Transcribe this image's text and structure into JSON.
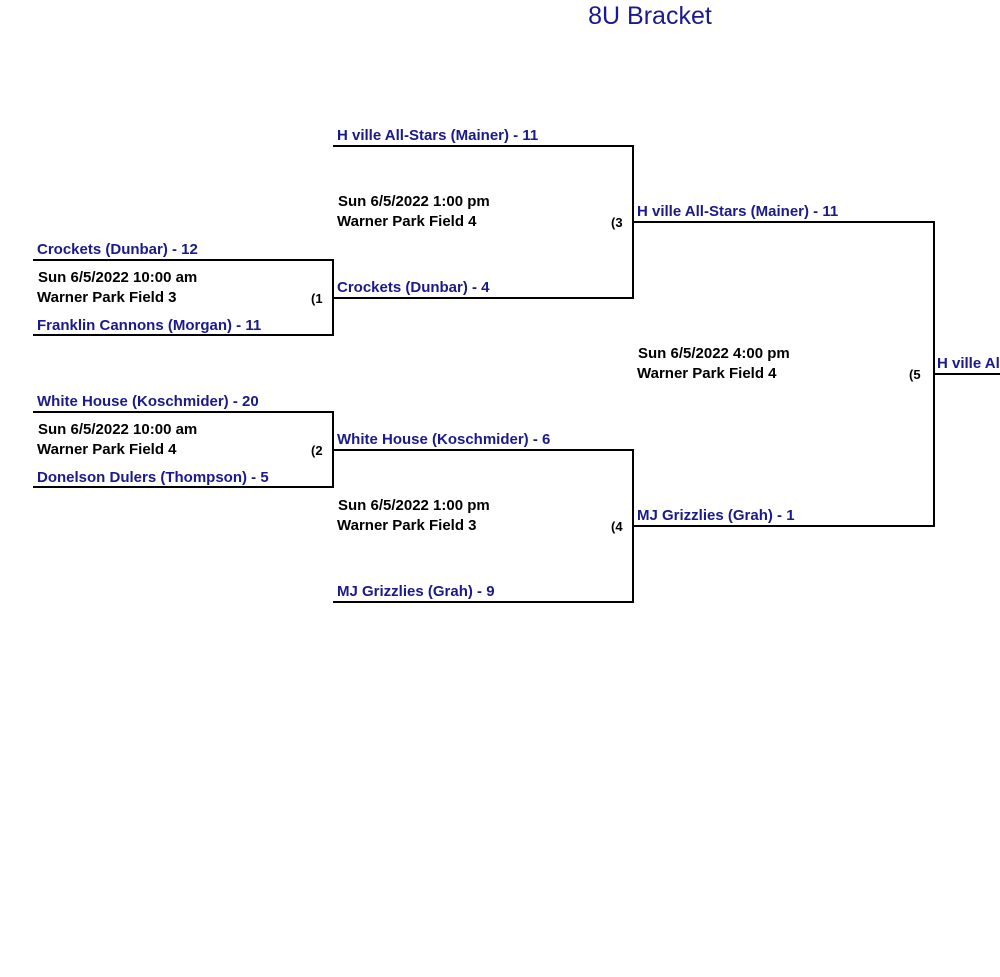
{
  "title": "8U Bracket",
  "round1": {
    "game1": {
      "top_team": "Crockets  (Dunbar) - 12",
      "bottom_team": "Franklin  Cannons (Morgan) - 11",
      "datetime": "Sun 6/5/2022 10:00 am",
      "location": "Warner Park Field 3",
      "number": "(1"
    },
    "game2": {
      "top_team": "White  House  (Koschmider) - 20",
      "bottom_team": "Donelson Dulers (Thompson) - 5",
      "datetime": "Sun 6/5/2022 10:00 am",
      "location": "Warner Park Field 4",
      "number": "(2"
    }
  },
  "round2": {
    "game3": {
      "top_team": "H ville All-Stars (Mainer) - 11",
      "bottom_team": "Crockets  (Dunbar) - 4",
      "datetime": "Sun 6/5/2022 1:00 pm",
      "location": "Warner Park Field 4",
      "number": "(3"
    },
    "game4": {
      "top_team": "White  House  (Koschmider) - 6",
      "bottom_team": "MJ Grizzlies  (Grah) - 9",
      "datetime": "Sun 6/5/2022 1:00 pm",
      "location": "Warner Park Field 3",
      "number": "(4"
    }
  },
  "round3": {
    "game5": {
      "top_team": "H ville All-Stars (Mainer) - 11",
      "bottom_team": "MJ Grizzlies  (Grah) - 1",
      "datetime": "Sun 6/5/2022 4:00 pm",
      "location": "Warner Park Field 4",
      "number": "(5"
    }
  },
  "champion": {
    "team": "H ville All-Stars (Mainer)"
  }
}
